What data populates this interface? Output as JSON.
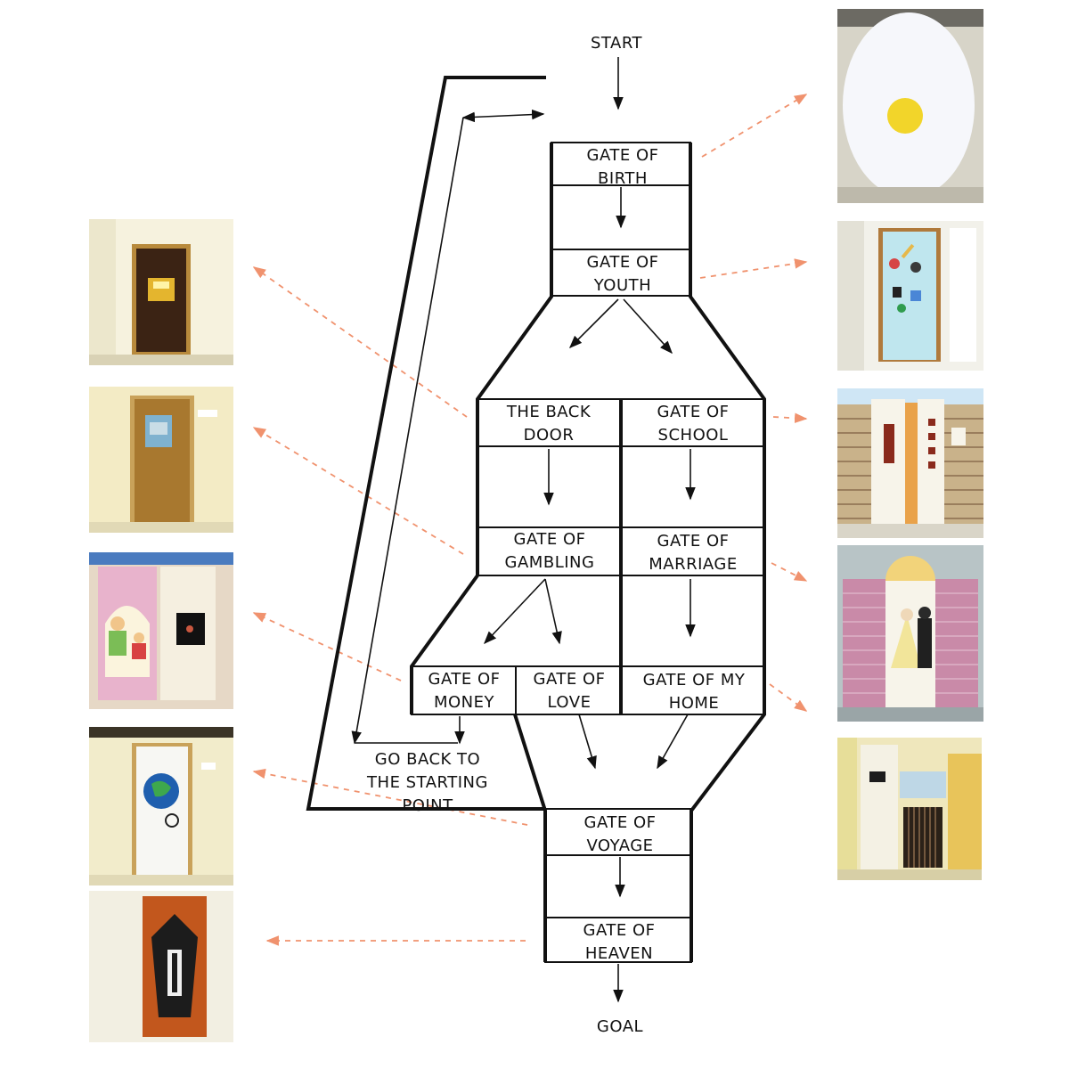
{
  "labels": {
    "start": "START",
    "goal": "GOAL",
    "go_back": [
      "GO BACK TO",
      "THE STARTING",
      "POINT"
    ]
  },
  "gates": {
    "birth": [
      "GATE OF",
      "BIRTH"
    ],
    "youth": [
      "GATE OF",
      "YOUTH"
    ],
    "back_door": [
      "THE BACK",
      "DOOR"
    ],
    "school": [
      "GATE OF",
      "SCHOOL"
    ],
    "gambling": [
      "GATE OF",
      "GAMBLING"
    ],
    "marriage": [
      "GATE OF",
      "MARRIAGE"
    ],
    "money": [
      "GATE OF",
      "MONEY"
    ],
    "love": [
      "GATE OF",
      "LOVE"
    ],
    "my_home": [
      "GATE OF MY",
      "HOME"
    ],
    "voyage": [
      "GATE OF",
      "VOYAGE"
    ],
    "heaven": [
      "GATE OF",
      "HEAVEN"
    ]
  },
  "colors": {
    "line": "#111111",
    "dashed_arrow": "#f0926e",
    "wall_cream": "#f4eed2",
    "door_brown": "#6b3d1c",
    "door_wood": "#a8782f",
    "door_sky": "#bfe6ee",
    "door_white": "#f7f7f3",
    "brick": "#8a5a3c",
    "pink_wall": "#c98aa8",
    "coffin_orange": "#c2571d"
  },
  "photos": {
    "left": [
      {
        "icon": "brown-door-with-sign-icon"
      },
      {
        "icon": "wooden-door-with-picture-icon"
      },
      {
        "icon": "pink-wall-with-safe-icon"
      },
      {
        "icon": "white-door-with-globe-icon"
      },
      {
        "icon": "coffin-door-icon"
      }
    ],
    "right": [
      {
        "icon": "egg-door-icon"
      },
      {
        "icon": "sky-door-with-toys-icon"
      },
      {
        "icon": "brick-school-door-icon"
      },
      {
        "icon": "wedding-door-icon"
      },
      {
        "icon": "home-door-with-gate-icon"
      }
    ]
  }
}
